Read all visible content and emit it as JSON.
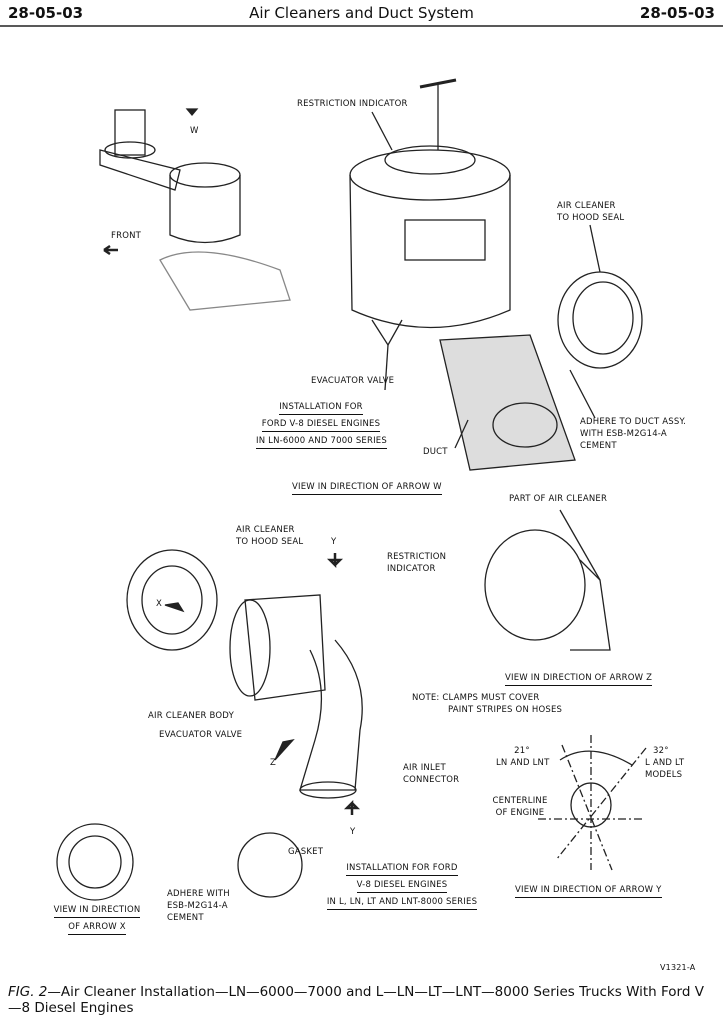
{
  "header": {
    "page_left": "28-05-03",
    "title": "Air Cleaners and Duct System",
    "page_right": "28-05-03"
  },
  "top_view": {
    "restriction_indicator": "RESTRICTION INDICATOR",
    "arrow_w": "W",
    "front": "FRONT",
    "air_cleaner_to_hood_seal": [
      "AIR CLEANER",
      "TO HOOD SEAL"
    ],
    "evacuator_valve": "EVACUATOR VALVE",
    "installation": [
      "INSTALLATION FOR",
      "FORD V-8 DIESEL ENGINES",
      "IN LN-6000 AND 7000 SERIES"
    ],
    "duct": "DUCT",
    "adhere": [
      "ADHERE TO DUCT ASSY.",
      "WITH ESB-M2G14-A",
      "CEMENT"
    ],
    "view_w": "VIEW IN DIRECTION OF ARROW W"
  },
  "z_view": {
    "part_of_air_cleaner": "PART OF AIR CLEANER",
    "view_z": "VIEW IN DIRECTION OF ARROW Z"
  },
  "bottom_view": {
    "air_cleaner_to_hood_seal": [
      "AIR CLEANER",
      "TO HOOD SEAL"
    ],
    "arrow_y_top": "Y",
    "restriction_indicator": [
      "RESTRICTION",
      "INDICATOR"
    ],
    "arrow_x": "X",
    "note": [
      "NOTE:  CLAMPS MUST COVER",
      "PAINT STRIPES ON HOSES"
    ],
    "air_cleaner_body": "AIR CLEANER BODY",
    "evacuator_valve": "EVACUATOR VALVE",
    "arrow_z": "Z",
    "air_inlet_connector": [
      "AIR INLET",
      "CONNECTOR"
    ],
    "arrow_y_bottom": "Y",
    "gasket": "GASKET",
    "adhere": [
      "ADHERE WITH",
      "ESB-M2G14-A",
      "CEMENT"
    ],
    "installation": [
      "INSTALLATION FOR FORD",
      "V-8 DIESEL ENGINES",
      "IN L, LN, LT AND LNT-8000 SERIES"
    ],
    "view_x": [
      "VIEW IN DIRECTION",
      "OF ARROW X"
    ]
  },
  "y_view": {
    "angle_left": "21°",
    "angle_left_label": "LN AND LNT",
    "angle_right": "32°",
    "angle_right_label": [
      "L AND LT",
      "MODELS"
    ],
    "centerline": [
      "CENTERLINE",
      "OF ENGINE"
    ],
    "view_y": "VIEW IN DIRECTION OF ARROW  Y"
  },
  "figure_code": "V1321-A",
  "caption": {
    "fig": "FIG. 2",
    "text": "—Air Cleaner Installation—LN—6000—7000 and L—LN—LT—LNT—8000 Series Trucks With Ford V—8 Diesel Engines"
  }
}
